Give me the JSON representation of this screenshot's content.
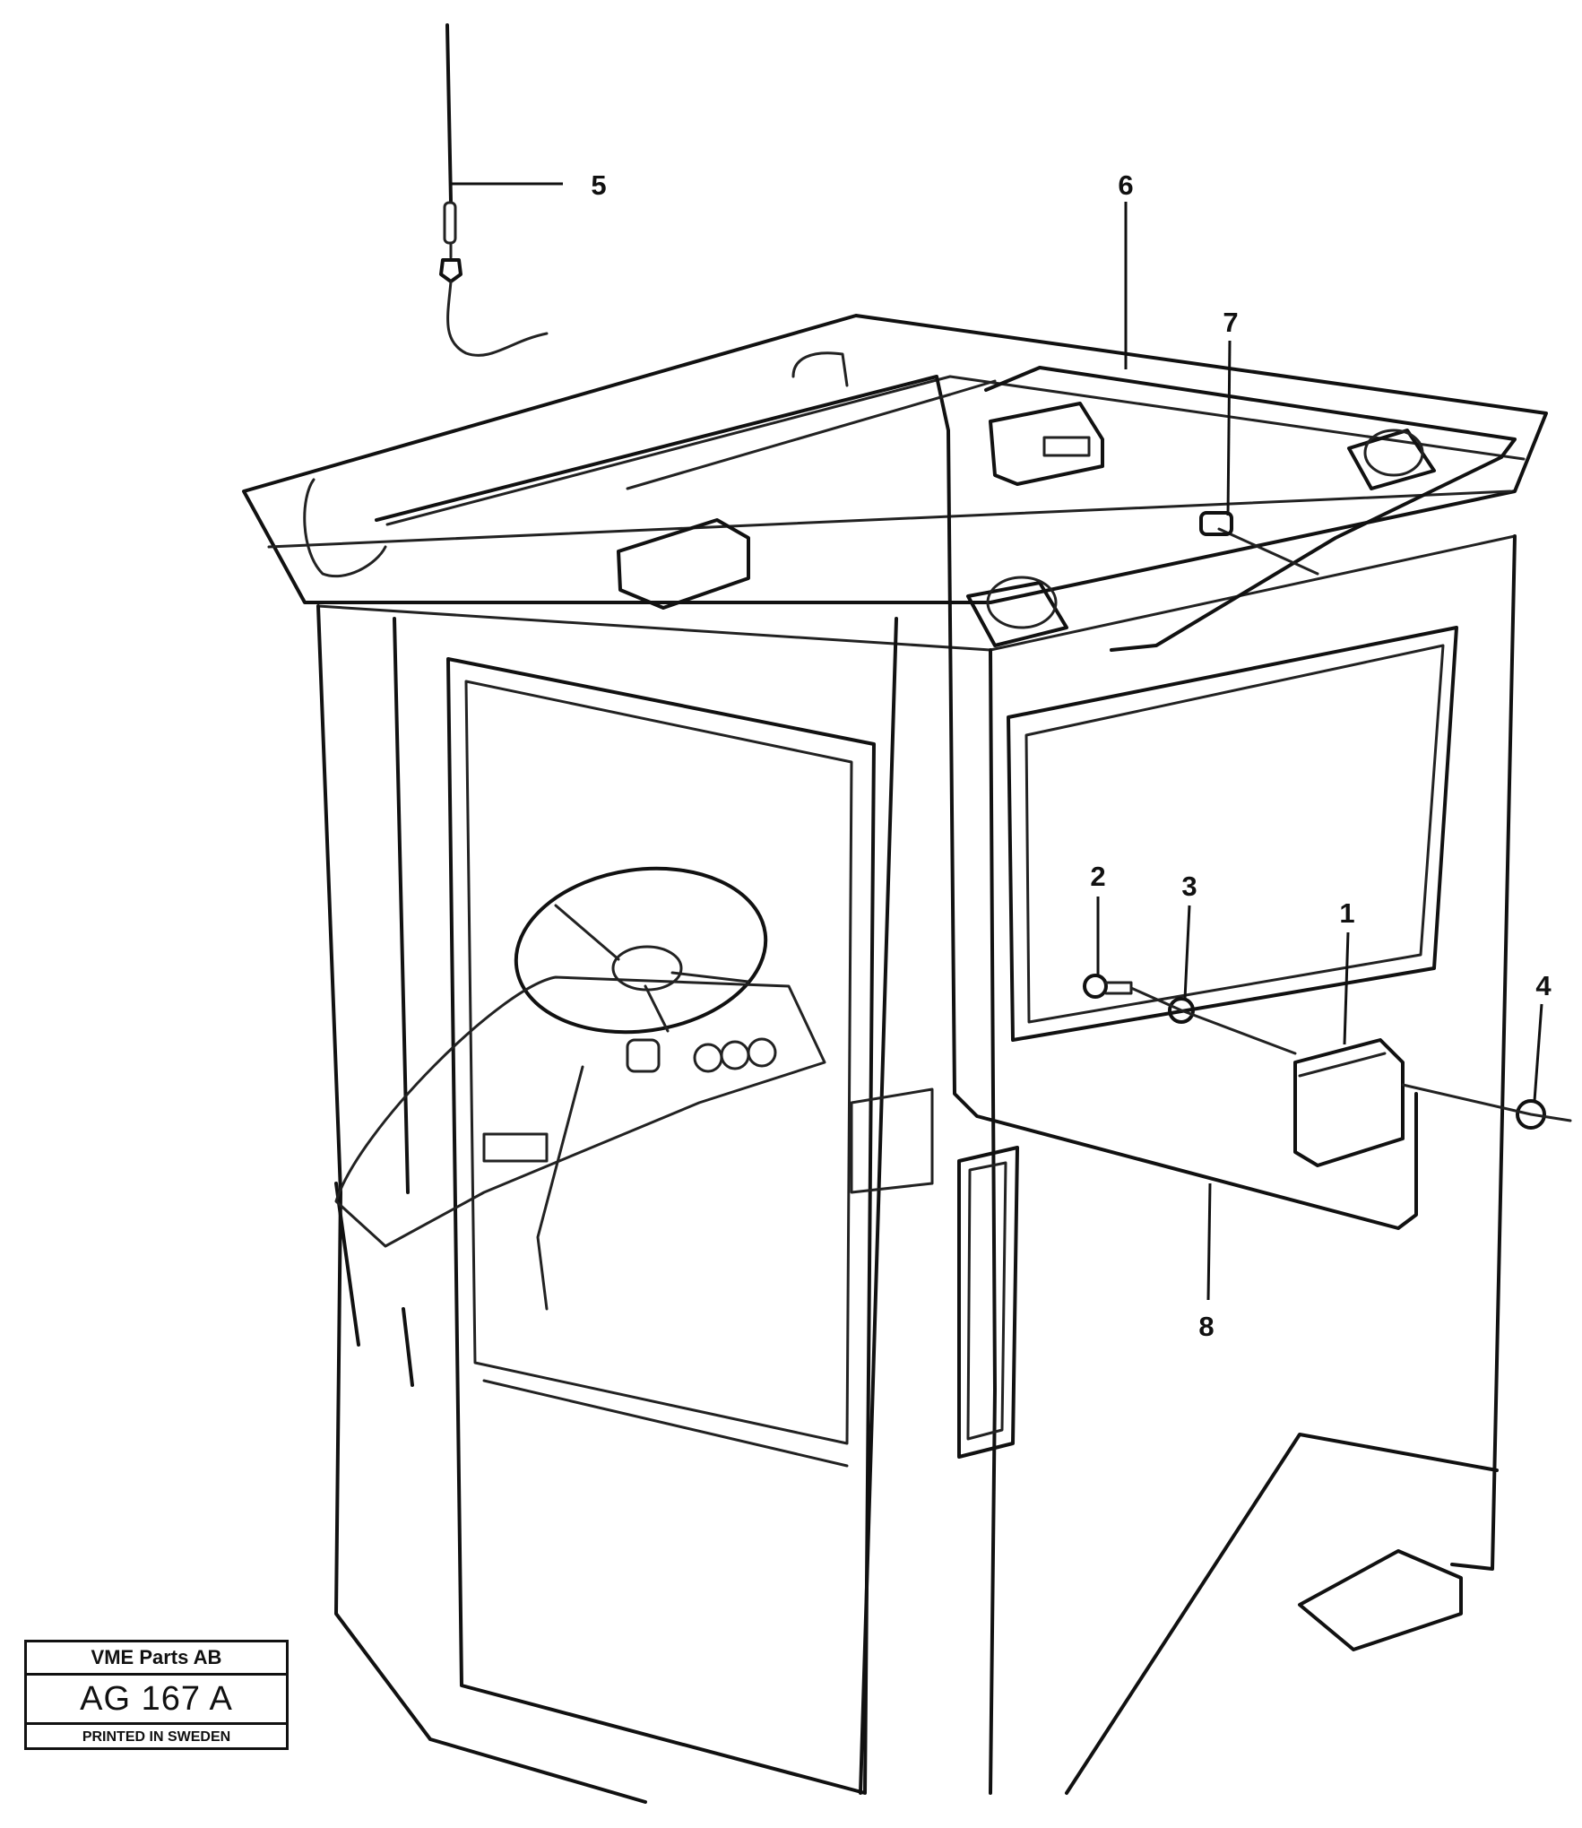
{
  "callouts": [
    {
      "id": "1",
      "label": "1"
    },
    {
      "id": "2",
      "label": "2"
    },
    {
      "id": "3",
      "label": "3"
    },
    {
      "id": "4",
      "label": "4"
    },
    {
      "id": "5",
      "label": "5"
    },
    {
      "id": "6",
      "label": "6"
    },
    {
      "id": "7",
      "label": "7"
    },
    {
      "id": "8",
      "label": "8"
    }
  ],
  "title_block": {
    "company": "VME Parts AB",
    "code": "AG 167 A",
    "printed": "PRINTED IN SWEDEN"
  }
}
